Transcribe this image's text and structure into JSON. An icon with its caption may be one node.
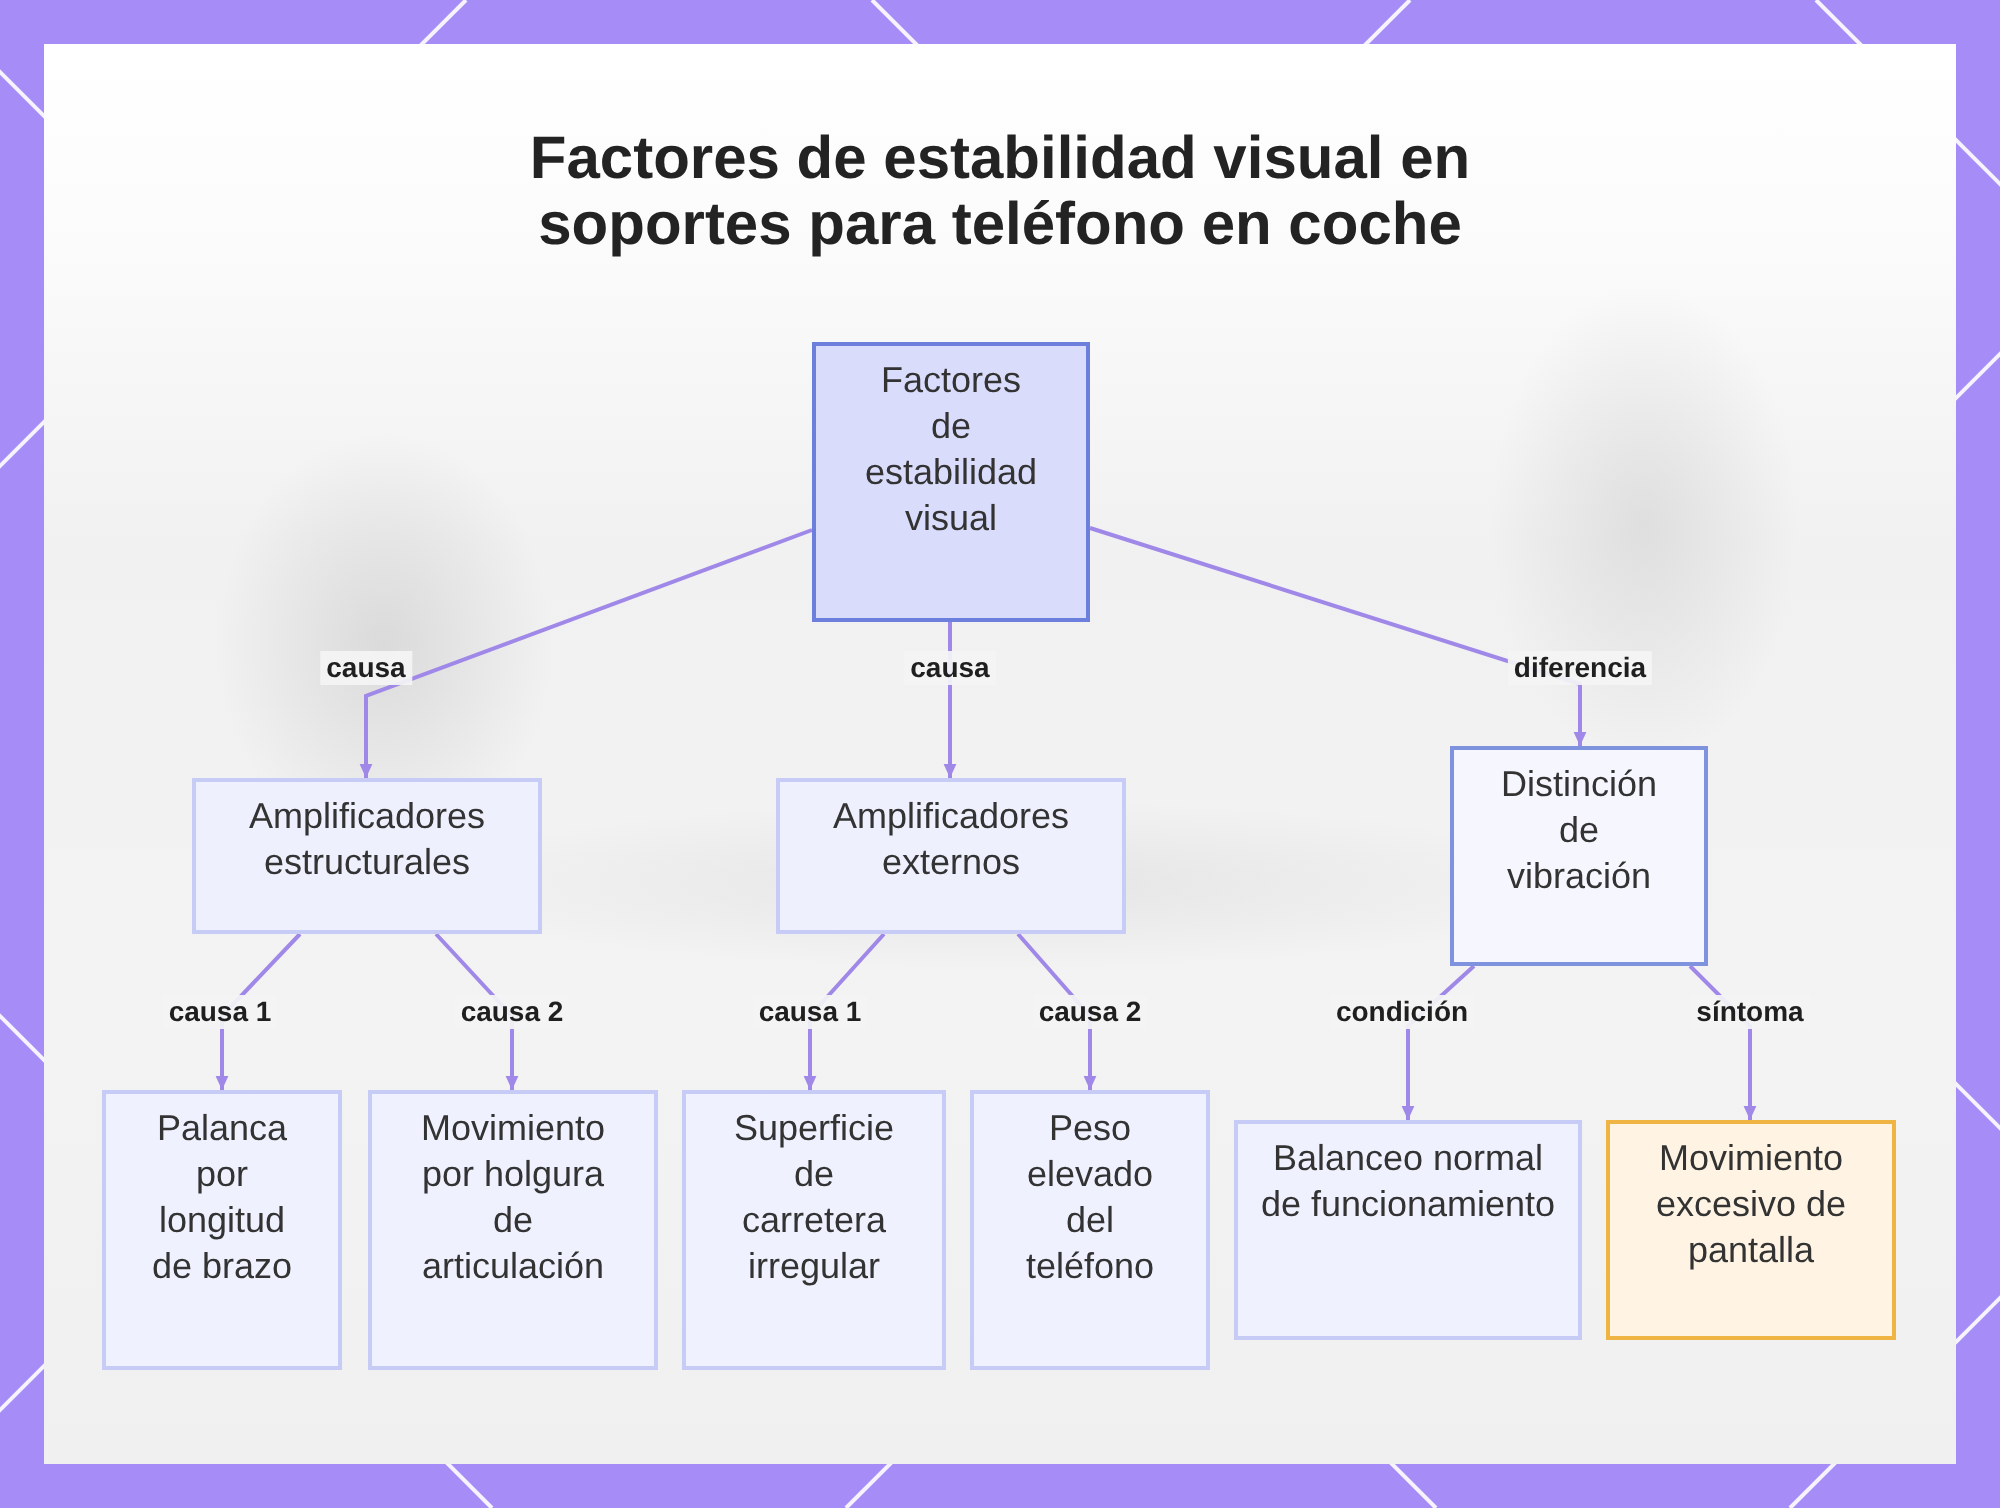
{
  "diagram": {
    "title": "Factores de estabilidad visual en soportes para teléfono en coche",
    "nodes": [
      {
        "text": [
          "Factores de estabilidad visual"
        ]
      },
      {
        "text": [
          "Amplificadores estructurales"
        ]
      },
      {
        "text": [
          "Amplificadores externos"
        ]
      },
      {
        "text": [
          "Distinción de vibración"
        ]
      },
      {
        "text": [
          "Palanca por longitud de brazo"
        ]
      },
      {
        "text": [
          "Movimiento por holgura de articulación"
        ]
      },
      {
        "text": [
          "Superficie de carretera irregular"
        ]
      },
      {
        "text": [
          "Peso elevado del teléfono"
        ]
      },
      {
        "text": [
          "Balanceo normal de funcionamiento"
        ]
      },
      {
        "text": [
          "Movimiento excesivo de pantalla"
        ]
      }
    ],
    "edges": [
      {
        "from": 0,
        "to": 1,
        "arrow": "to",
        "label": "causa"
      },
      {
        "from": 0,
        "to": 2,
        "arrow": "to",
        "label": "causa"
      },
      {
        "from": 0,
        "to": 3,
        "arrow": "to",
        "label": "diferencia"
      },
      {
        "from": 1,
        "to": 4,
        "arrow": "to",
        "label": "causa 1"
      },
      {
        "from": 1,
        "to": 5,
        "arrow": "to",
        "label": "causa 2"
      },
      {
        "from": 2,
        "to": 6,
        "arrow": "to",
        "label": "causa 1"
      },
      {
        "from": 2,
        "to": 7,
        "arrow": "to",
        "label": "causa 2"
      },
      {
        "from": 3,
        "to": 8,
        "arrow": "to",
        "label": "condición"
      },
      {
        "from": 3,
        "to": 9,
        "arrow": "to",
        "label": "síntoma"
      }
    ]
  }
}
